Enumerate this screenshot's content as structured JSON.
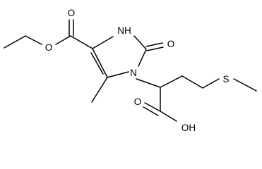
{
  "molecule": {
    "atoms": {
      "nh": "NH",
      "carbonyl_o": "O",
      "ring_n": "N",
      "ester_o_double": "O",
      "ester_o_single": "O",
      "thioether_s": "S",
      "acid_o": "O",
      "acid_oh": "OH"
    }
  }
}
